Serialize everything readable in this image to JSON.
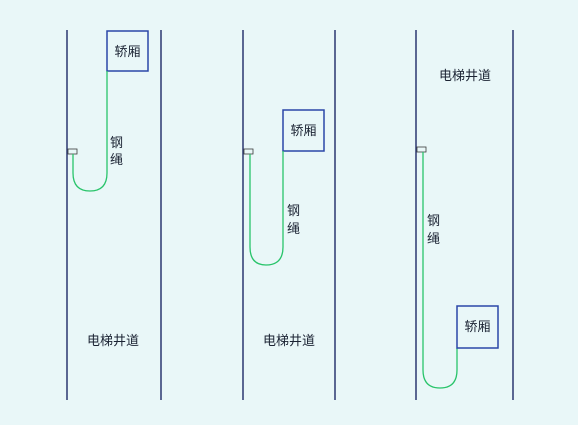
{
  "diagram": {
    "panels": [
      {
        "id": "panel-1",
        "car_label": "轿厢",
        "rope_label_1": "钢",
        "rope_label_2": "绳",
        "shaft_label": "电梯井道"
      },
      {
        "id": "panel-2",
        "car_label": "轿厢",
        "rope_label_1": "钢",
        "rope_label_2": "绳",
        "shaft_label": "电梯井道"
      },
      {
        "id": "panel-3",
        "car_label": "轿厢",
        "rope_label_1": "钢",
        "rope_label_2": "绳",
        "shaft_label": "电梯井道"
      }
    ],
    "colors": {
      "background": "#e9f7f8",
      "wall": "#1e2a66",
      "car_outline": "#2a47a8",
      "rope": "#29c46b"
    }
  }
}
